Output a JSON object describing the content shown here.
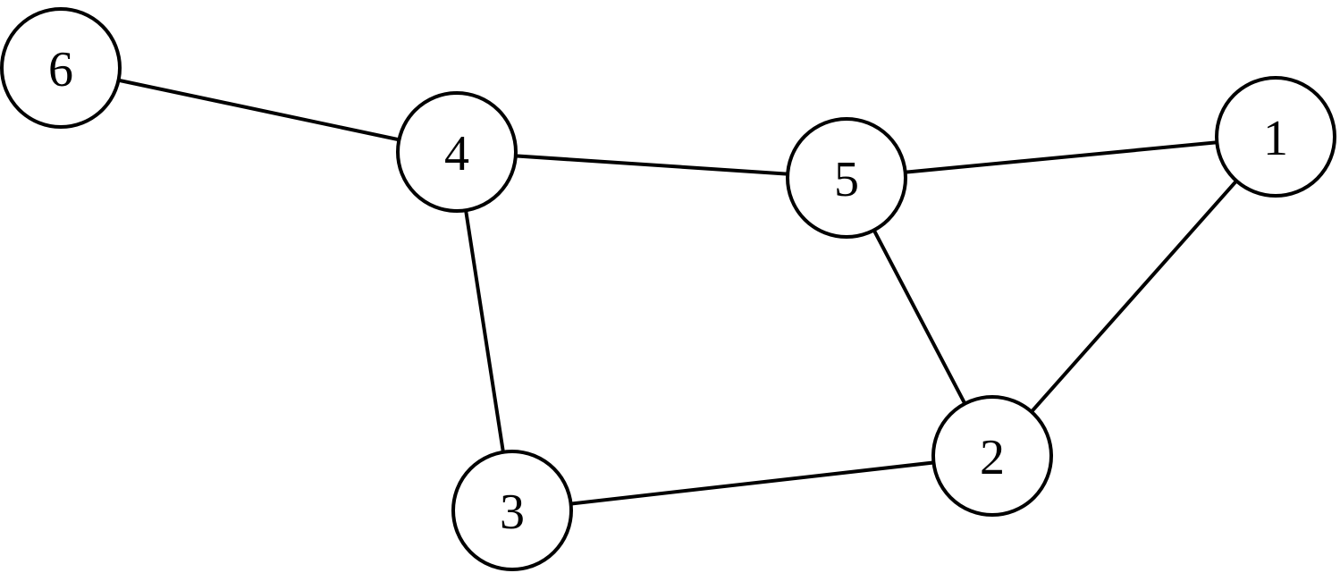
{
  "graph": {
    "nodes": [
      {
        "id": "1",
        "label": "1"
      },
      {
        "id": "2",
        "label": "2"
      },
      {
        "id": "3",
        "label": "3"
      },
      {
        "id": "4",
        "label": "4"
      },
      {
        "id": "5",
        "label": "5"
      },
      {
        "id": "6",
        "label": "6"
      }
    ],
    "edges": [
      {
        "from": "6",
        "to": "4"
      },
      {
        "from": "4",
        "to": "5"
      },
      {
        "from": "5",
        "to": "1"
      },
      {
        "from": "4",
        "to": "3"
      },
      {
        "from": "5",
        "to": "2"
      },
      {
        "from": "1",
        "to": "2"
      },
      {
        "from": "3",
        "to": "2"
      }
    ],
    "colors": {
      "stroke": "#000000",
      "node_fill": "#ffffff",
      "background": "#ffffff"
    }
  }
}
